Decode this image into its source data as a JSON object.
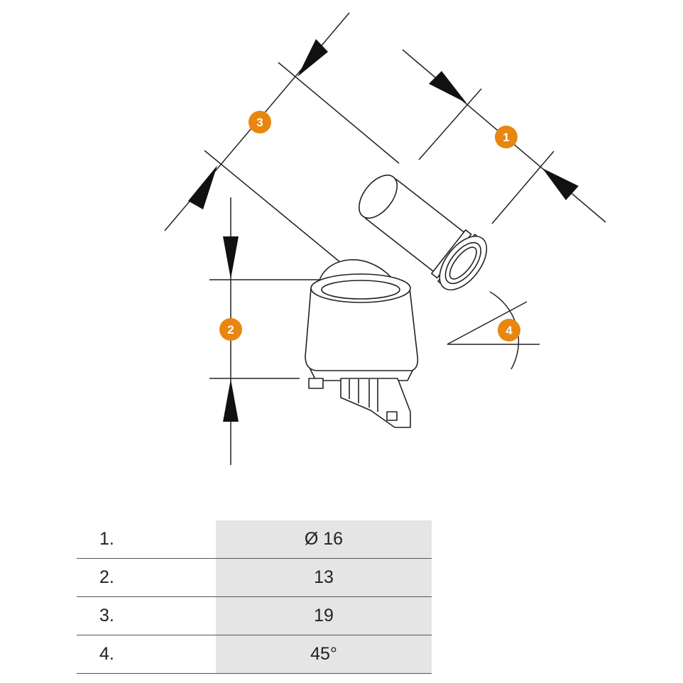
{
  "callouts": [
    {
      "id": "1",
      "label": "1"
    },
    {
      "id": "2",
      "label": "2"
    },
    {
      "id": "3",
      "label": "3"
    },
    {
      "id": "4",
      "label": "4"
    }
  ],
  "table": {
    "rows": [
      {
        "index": "1.",
        "value": "Ø 16"
      },
      {
        "index": "2.",
        "value": "13"
      },
      {
        "index": "3.",
        "value": "19"
      },
      {
        "index": "4.",
        "value": "45°"
      }
    ]
  },
  "colors": {
    "callout": "#e8860f",
    "line": "#222222",
    "table_fill": "#e5e5e5"
  }
}
